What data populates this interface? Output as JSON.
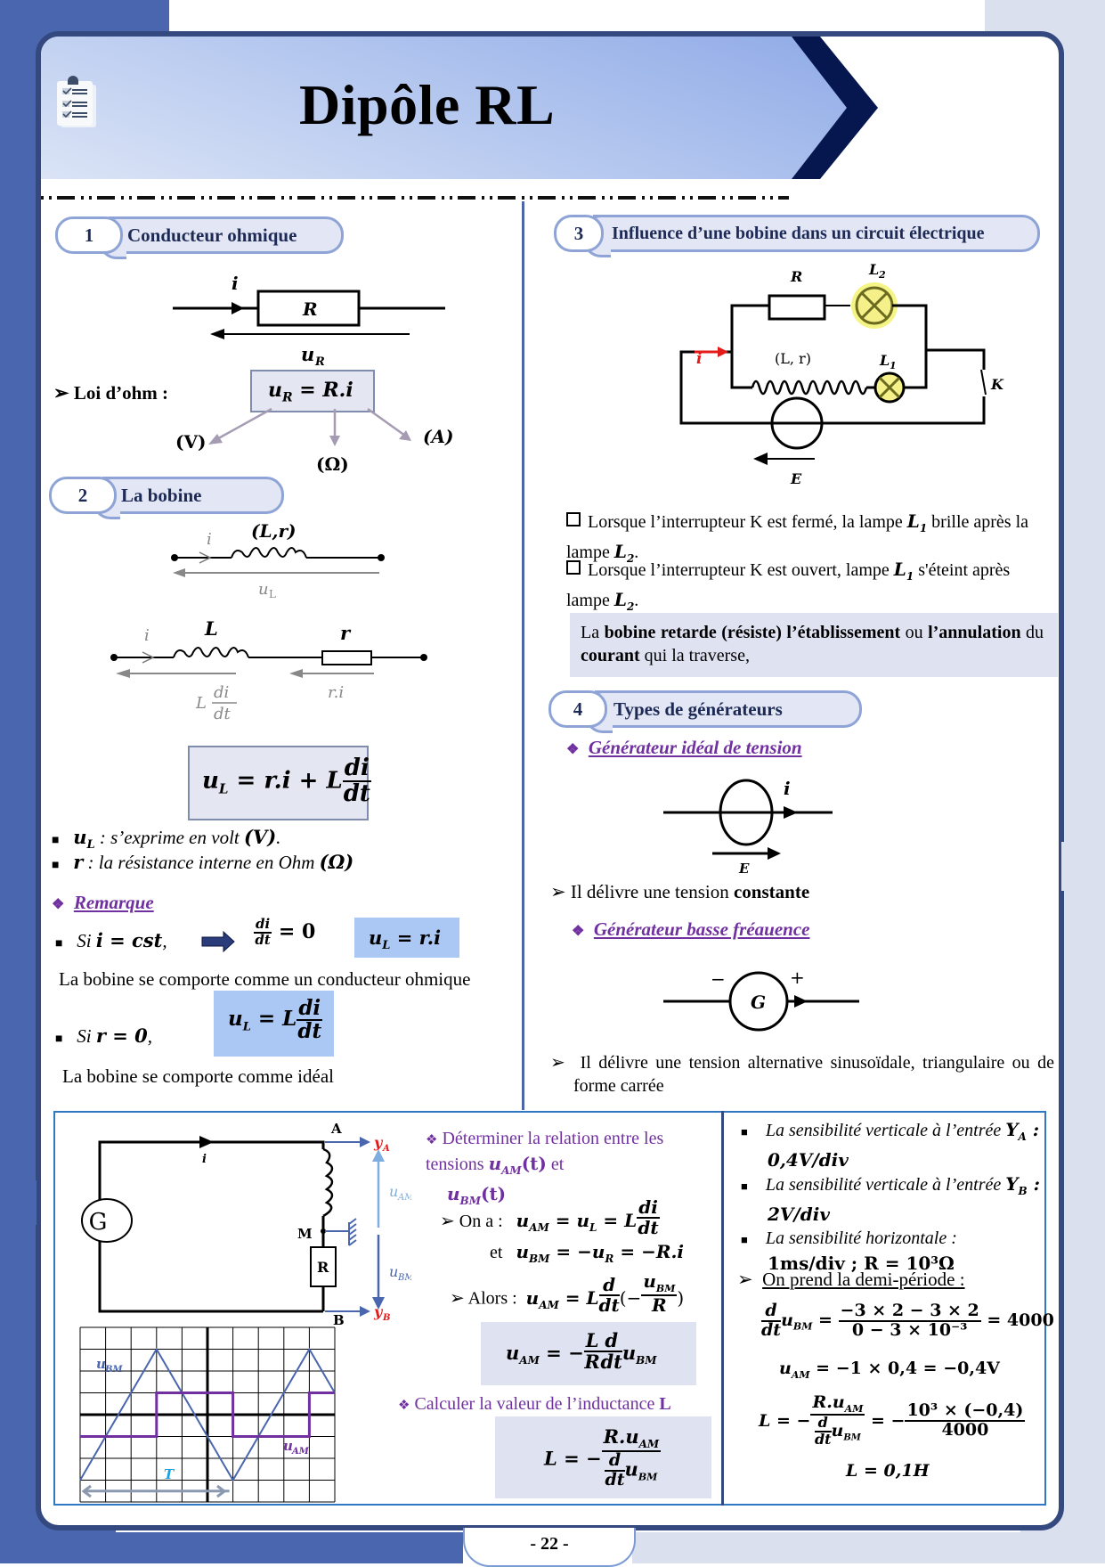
{
  "header": {
    "title": "Dipôle RL",
    "icon": "checklist-icon"
  },
  "sections": {
    "s1": {
      "number": "1",
      "title": "Conducteur ohmique",
      "diagram": {
        "current": "i",
        "resistor": "R",
        "voltage": "u",
        "voltage_sub": "R"
      },
      "ohm_label": "Loi d’ohm :",
      "formula": {
        "lhs": "u",
        "lhs_sub": "R",
        "rhs": " = R.i"
      },
      "units": {
        "volt": "(V)",
        "ohm": "(Ω)",
        "ampere": "(A)"
      }
    },
    "s2": {
      "number": "2",
      "title": "La bobine",
      "diagram1": {
        "current": "i",
        "label": "(L,r)",
        "voltage": "u",
        "voltage_sub": "L"
      },
      "diagram2": {
        "current": "i",
        "inductor": "L",
        "resistor": "r",
        "v_inductor_coef": "L",
        "v_inductor_num": "di",
        "v_inductor_den": "dt",
        "v_resistor": "r.i"
      },
      "formula": {
        "lhs": "u",
        "lhs_sub": "L",
        "mid": " = r.i + L",
        "num": "di",
        "den": "dt"
      },
      "bullets": [
        {
          "sym": "u",
          "sym_sub": "L",
          "text": " : s’exprime en volt ",
          "unit": "(V)",
          "end": "."
        },
        {
          "sym": "r",
          "sym_sub": "",
          "text": " : la résistance interne en Ohm ",
          "unit": "(Ω)",
          "end": ""
        }
      ],
      "remark_title": "Remarque",
      "case1": {
        "prefix": "Si ",
        "cond": "i = cst",
        "suffix": ",",
        "num": "di",
        "den": "dt",
        "eq": " = 0",
        "result_lhs": "u",
        "result_sub": "L",
        "result_rhs": " = r.i"
      },
      "case1_text": "La bobine se comporte comme un conducteur ohmique",
      "case2": {
        "prefix": "Si ",
        "cond": "r = 0",
        "suffix": ",",
        "result_lhs": "u",
        "result_sub": "L",
        "result_mid": " = L",
        "num": "di",
        "den": "dt"
      },
      "case2_text": "La bobine se comporte comme idéal"
    },
    "s3": {
      "number": "3",
      "title": "Influence d’une bobine dans un circuit électrique",
      "diagram": {
        "R": "R",
        "L2": "L",
        "L2_sub": "2",
        "L1": "L",
        "L1_sub": "1",
        "coil": "(L, r)",
        "current": "i",
        "switch": "K",
        "emf": "E"
      },
      "points": [
        {
          "pre": "Lorsque l’interrupteur K est fermé, la lampe ",
          "a": "L",
          "a_sub": "1",
          "mid": " brille après la lampe ",
          "b": "L",
          "b_sub": "2",
          "end": "."
        },
        {
          "pre": "Lorsque l’interrupteur K est ouvert, lampe ",
          "a": "L",
          "a_sub": "1",
          "mid": " s'éteint après lampe ",
          "b": "L",
          "b_sub": "2",
          "end": "."
        }
      ],
      "conclusion": {
        "p1": "La ",
        "b1": "bobine retarde (résiste) l’établissement",
        "p2": " ou ",
        "b2": "l’annulation",
        "p3": " du ",
        "b3": "courant",
        "p4": " qui la traverse,"
      }
    },
    "s4": {
      "number": "4",
      "title": "Types de générateurs",
      "gen1_title": "Générateur idéal de tension",
      "gen1_diagram": {
        "current": "i",
        "emf": "E"
      },
      "gen1_text": {
        "pre": "Il délivre une tension ",
        "bold": "constante"
      },
      "gen2_title": "Générateur basse fréauence",
      "gen2_diagram": {
        "symbol": "G",
        "minus": "−",
        "plus": "+"
      },
      "gen2_text": "Il délivre une tension alternative sinusoïdale, triangulaire ou de forme carrée"
    }
  },
  "exercise": {
    "circuit": {
      "generator": "G",
      "current": "i",
      "A": "A",
      "M": "M",
      "B": "B",
      "R": "R",
      "yA": "y",
      "yA_sub": "A",
      "yB": "y",
      "yB_sub": "B",
      "uAM": "u",
      "uAM_sub": "AM",
      "uBM": "u",
      "uBM_sub": "BM"
    },
    "scope": {
      "uBM_label": "BM",
      "uAM_label": "AM",
      "period_label": "T"
    },
    "q1": {
      "title_pre": "Déterminer la relation entre les tensions ",
      "t1": "u",
      "t1_sub": "AM",
      "t1_arg": "(t)",
      "and": " et ",
      "t2": "u",
      "t2_sub": "BM",
      "t2_arg": "(t)"
    },
    "on_a": "On a :",
    "eq1": {
      "lhs": "u",
      "lhs_sub": "AM",
      "eq": " = u",
      "eq_sub": "L",
      "rhs": " = L",
      "num": "di",
      "den": "dt"
    },
    "et": "et",
    "eq2": {
      "lhs": "u",
      "lhs_sub": "BM",
      "rhs1": " = −u",
      "rhs1_sub": "R",
      "rhs2": " = −R.i"
    },
    "alors": "Alors :",
    "eq3": {
      "lhs": "u",
      "lhs_sub": "AM",
      "rhs": " = L",
      "num": "d",
      "den": "dt",
      "paren_pre": "(−",
      "inner_num": "u",
      "inner_num_sub": "BM",
      "inner_den": "R",
      "paren_post": ")"
    },
    "result1": {
      "lhs": "u",
      "lhs_sub": "AM",
      "eq": " = −",
      "n1": "L",
      "d1": "R",
      "n2": "d",
      "d2": "dt",
      "tail": "u",
      "tail_sub": "BM"
    },
    "q2": {
      "pre": "Calculer la valeur de l’inductance ",
      "bold": "L"
    },
    "result2": {
      "lhs": "L = −",
      "num": "R.u",
      "num_sub": "AM",
      "den_num": "d",
      "den_den": "dt",
      "den_tail": "u",
      "den_tail_sub": "BM"
    },
    "sensitivities": [
      {
        "pre": "La sensibilité verticale à l’entrée ",
        "sym": "Y",
        "sym_sub": "A",
        "val": " : 0,4V/div"
      },
      {
        "pre": "La sensibilité verticale à l’entrée ",
        "sym": "Y",
        "sym_sub": "B",
        "val": " : 2V/div"
      },
      {
        "pre": "La sensibilité horizontale :",
        "sym": "",
        "sym_sub": "",
        "val": "1ms/div ; R = 10³Ω"
      }
    ],
    "half_period": "On prend la demi-période :",
    "calc1": {
      "num": "d",
      "den": "dt",
      "tail": "u",
      "tail_sub": "BM",
      "frac_num": "−3 × 2 − 3 × 2",
      "frac_den": "0 − 3 × 10⁻³",
      "result": " = 4000"
    },
    "calc2": {
      "lhs": "u",
      "lhs_sub": "AM",
      "rhs": " = −1 × 0,4 = −0,4V"
    },
    "calc3": {
      "lhs": "L = −",
      "num": "R.u",
      "num_sub": "AM",
      "den_num": "d",
      "den_den": "dt",
      "den_tail": "u",
      "den_tail_sub": "BM",
      "eq": " = −",
      "frac2_num": "10³ × (−0,4)",
      "frac2_den": "4000"
    },
    "calc4": "L = 0,1H"
  },
  "footer": {
    "page": "- 22 -"
  },
  "colors": {
    "frame": "#34497f",
    "accent_purple": "#7030a0",
    "red": "#e31b1b",
    "scope_blue": "#4a66ae",
    "highlight_blue": "#aac8f3",
    "lavender": "#dfe3f1"
  }
}
